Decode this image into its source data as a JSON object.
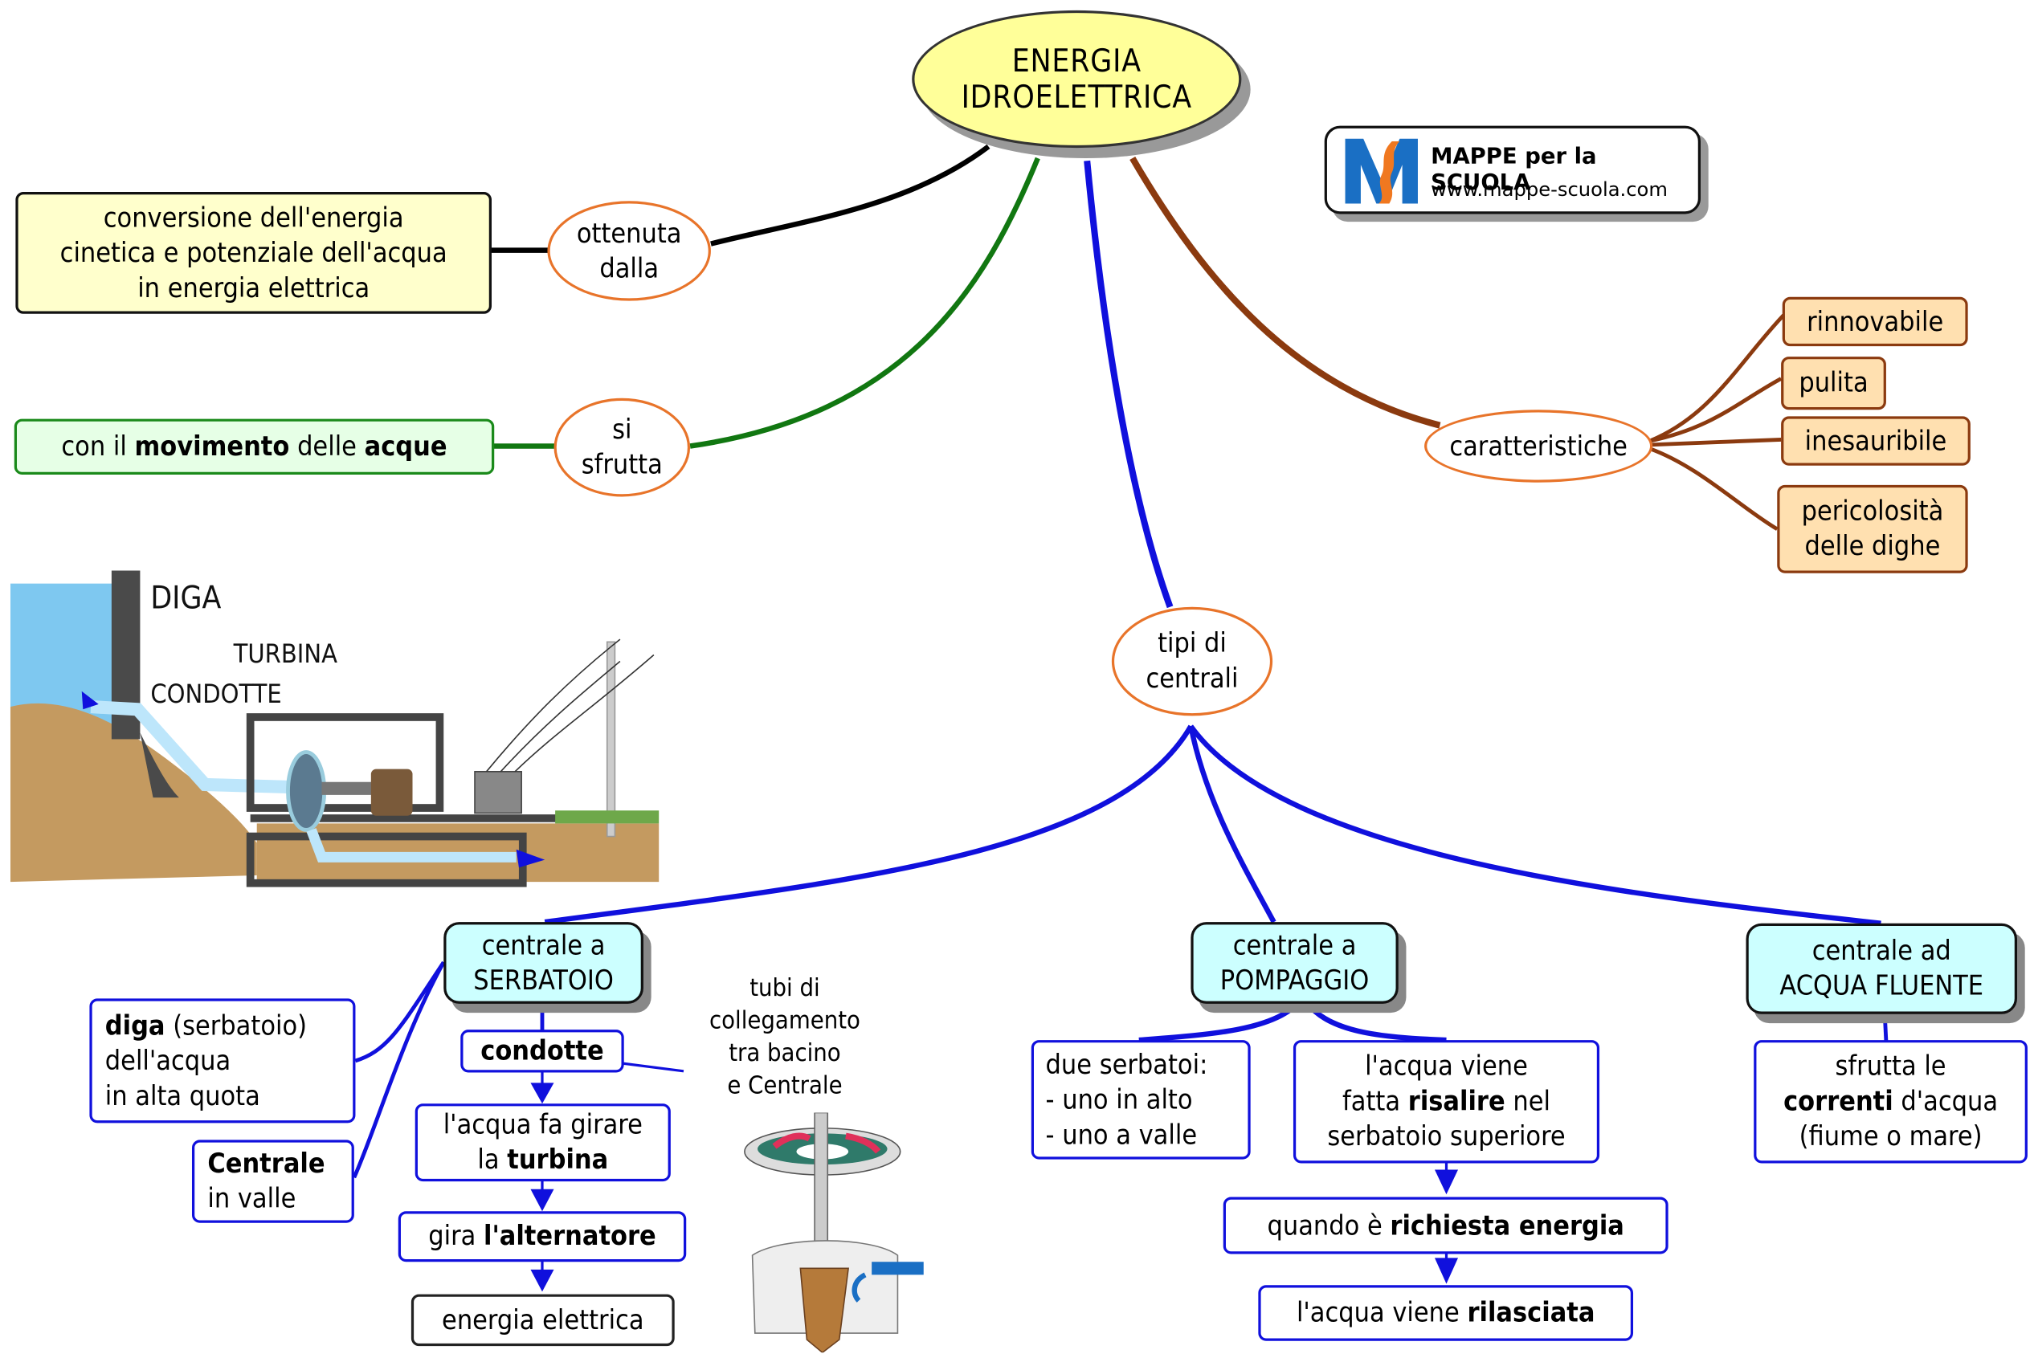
{
  "root": {
    "line1": "ENERGIA",
    "line2": "IDROELETTRICA"
  },
  "logo": {
    "title": "MAPPE per la SCUOLA",
    "url": "www.mappe-scuola.com",
    "colors": {
      "blue": "#1a6fc4",
      "orange": "#f07820"
    }
  },
  "branches": {
    "ottenuta": {
      "line1": "ottenuta",
      "line2": "dalla",
      "target": {
        "line1": "conversione dell'energia",
        "line2": "cinetica e potenziale dell'acqua",
        "line3": "in energia elettrica"
      }
    },
    "sfrutta": {
      "line1": "si",
      "line2": "sfrutta",
      "target": {
        "t1": "con il ",
        "b1": "movimento",
        "t2": " delle ",
        "b2": "acque"
      }
    },
    "caratteristiche": {
      "label": "caratteristiche",
      "items": [
        "rinnovabile",
        "pulita",
        "inesauribile",
        "pericolosità",
        "delle dighe"
      ]
    },
    "tipi": {
      "line1": "tipi di",
      "line2": "centrali"
    }
  },
  "diagram": {
    "diga": "DIGA",
    "turbina": "TURBINA",
    "condotte": "CONDOTTE"
  },
  "serbatoio": {
    "line1": "centrale a",
    "line2": "SERBATOIO",
    "diga": {
      "b": "diga",
      "t": " (serbatoio)",
      "line2": "dell'acqua",
      "line3": "in alta quota"
    },
    "centrale": {
      "b": "Centrale",
      "line2": "in valle"
    },
    "condotte": "condotte",
    "tubi": {
      "line1": "tubi di",
      "line2": "collegamento",
      "line3": "tra bacino",
      "line4": "e Centrale"
    },
    "step1": {
      "line1": "l'acqua fa girare",
      "t": "la ",
      "b": "turbina"
    },
    "step2": {
      "t": "gira ",
      "b": "l'alternatore"
    },
    "step3": "energia elettrica"
  },
  "pompaggio": {
    "line1": "centrale a",
    "line2": "POMPAGGIO",
    "due": {
      "line1": "due serbatoi:",
      "line2": "- uno in alto",
      "line3": "- uno a valle"
    },
    "risalire": {
      "line1": "l'acqua viene",
      "t1": "fatta ",
      "b": "risalire",
      "t2": " nel",
      "line3": "serbatoio superiore"
    },
    "quando": {
      "t": "quando è ",
      "b": "richiesta energia"
    },
    "rilasciata": {
      "t": "l'acqua viene ",
      "b": "rilasciata"
    }
  },
  "fluente": {
    "line1": "centrale ad",
    "line2": "ACQUA FLUENTE",
    "desc": {
      "line1": "sfrutta le",
      "b": "correnti",
      "t": " d'acqua",
      "line3": "(fiume o mare)"
    }
  },
  "colors": {
    "black_link": "#000000",
    "green_link": "#117711",
    "blue_link": "#1010dd",
    "brown_link": "#8b3a0f",
    "orange_ellipse": "#e8742a"
  }
}
